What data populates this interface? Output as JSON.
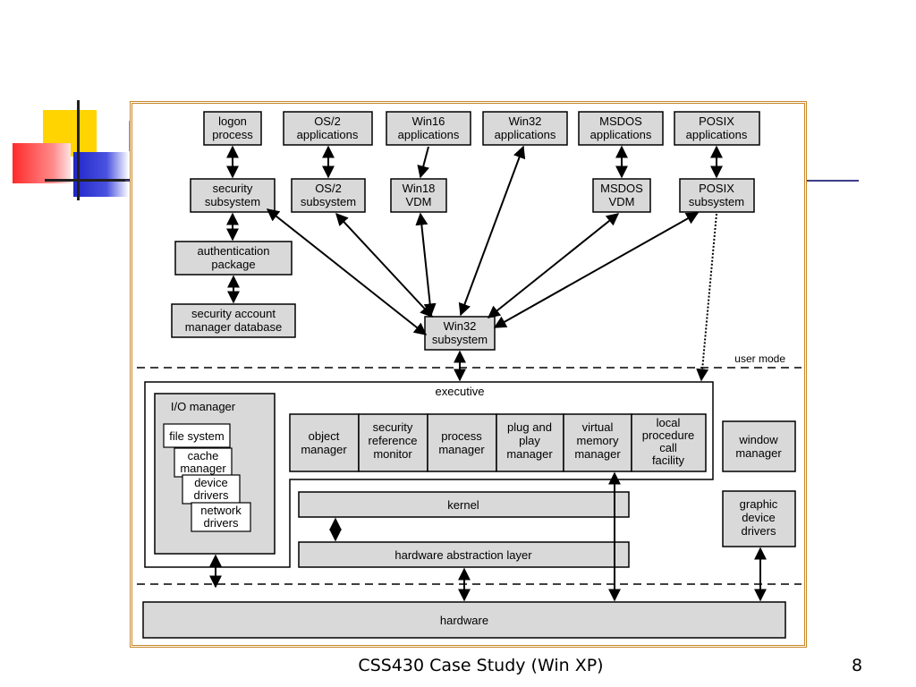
{
  "slide": {
    "title_fragment_left": "I",
    "title_fragment_right": "e",
    "footer": "CSS430 Case Study (Win XP)",
    "page_number": "8"
  },
  "diagram": {
    "apps": {
      "logon": [
        "logon",
        "process"
      ],
      "os2": [
        "OS/2",
        "applications"
      ],
      "win16": [
        "Win16",
        "applications"
      ],
      "win32": [
        "Win32",
        "applications"
      ],
      "msdos": [
        "MSDOS",
        "applications"
      ],
      "posix": [
        "POSIX",
        "applications"
      ]
    },
    "subsystems": {
      "security": [
        "security",
        "subsystem"
      ],
      "os2": [
        "OS/2",
        "subsystem"
      ],
      "win18vdm": [
        "Win18",
        "VDM"
      ],
      "msdosvdm": [
        "MSDOS",
        "VDM"
      ],
      "posix": [
        "POSIX",
        "subsystem"
      ],
      "win32": [
        "Win32",
        "subsystem"
      ]
    },
    "auth_package": [
      "authentication",
      "package"
    ],
    "sam_db": [
      "security account",
      "manager database"
    ],
    "user_mode": "user mode",
    "executive": "executive",
    "io_manager": "I/O manager",
    "io_stack": {
      "file_system": [
        "file system"
      ],
      "cache_manager": [
        "cache",
        "manager"
      ],
      "device_drivers": [
        "device",
        "drivers"
      ],
      "network_drivers": [
        "network",
        "drivers"
      ]
    },
    "exec_components": {
      "object_manager": [
        "object",
        "manager"
      ],
      "security_monitor": [
        "security",
        "reference",
        "monitor"
      ],
      "process_manager": [
        "process",
        "manager"
      ],
      "pnp_manager": [
        "plug and",
        "play",
        "manager"
      ],
      "vm_manager": [
        "virtual",
        "memory",
        "manager"
      ],
      "lpc": [
        "local",
        "procedure",
        "call",
        "facility"
      ]
    },
    "window_manager": [
      "window",
      "manager"
    ],
    "graphic_drivers": [
      "graphic",
      "device",
      "drivers"
    ],
    "kernel": "kernel",
    "hal": "hardware abstraction layer",
    "hardware": "hardware"
  },
  "colors": {
    "box_fill": "#d9d9d9",
    "border": "#000000",
    "figure_border": "#c8872a",
    "title": "#3333aa"
  }
}
